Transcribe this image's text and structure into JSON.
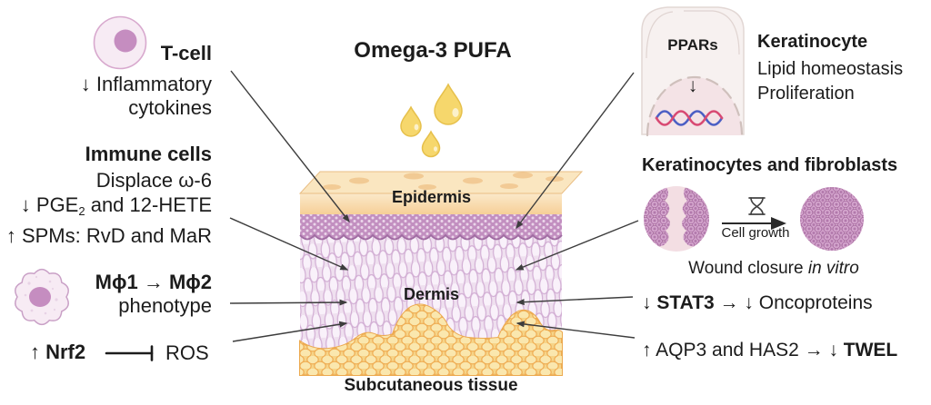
{
  "figure": {
    "title": "Omega-3 PUFA",
    "skin_labels": {
      "epidermis": "Epidermis",
      "dermis": "Dermis",
      "subcutaneous": "Subcutaneous tissue"
    },
    "left": {
      "tcell_heading": "T-cell",
      "tcell_effect": "↓ Inflammatory\ncytokines",
      "immune_heading": "Immune cells",
      "immune_line1": "Displace ω-6",
      "immune_line2_pre": "↓ PGE",
      "immune_line2_sub": "2",
      "immune_line2_post": " and 12-HETE",
      "immune_line3": "↑ SPMs: RvD and MaR",
      "macrophage_heading": "Mϕ1 → Mϕ2",
      "macrophage_line": "phenotype",
      "nrf2_label": "↑ Nrf2",
      "ros_label": "ROS"
    },
    "right": {
      "ppars_label": "PPARs",
      "ppars_arrow": "↓",
      "keratinocyte_heading": "Keratinocyte",
      "keratinocyte_line1": "Lipid homeostasis",
      "keratinocyte_line2": "Proliferation",
      "fibroblast_heading": "Keratinocytes and fibroblasts",
      "cell_growth_label": "Cell growth",
      "wound_caption_regular": "Wound closure ",
      "wound_caption_italic": "in vitro",
      "stat3_bold": "↓ STAT3 → ",
      "stat3_regular": "↓ Oncoproteins",
      "aqp3_regular": "↑ AQP3 and HAS2 ",
      "aqp3_bold": "→ ↓ TWEL"
    },
    "colors": {
      "epidermis": "#F8DCA9",
      "basal_layer": "#C28FC0",
      "dermis_bg": "#EFE0EF",
      "subcutaneous": "#F6D488",
      "droplet": "#F6D76C",
      "cell_pink": "#F7EBF4",
      "nucleus_purple": "#C58DC0",
      "dish_pink": "#F3DEE3",
      "dna_red": "#D84A73",
      "dna_blue": "#4C5FC4",
      "connector": "#3D3D3D"
    }
  }
}
